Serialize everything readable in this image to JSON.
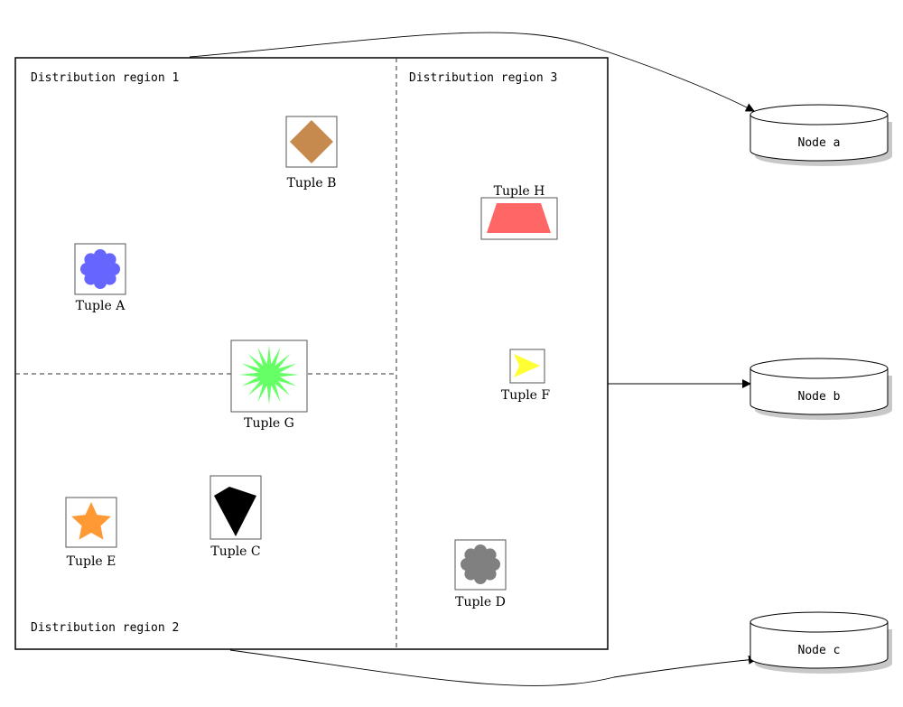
{
  "regions": {
    "region1": "Distribution region 1",
    "region2": "Distribution region 2",
    "region3": "Distribution region 3"
  },
  "nodes": {
    "a": "Node a",
    "b": "Node b",
    "c": "Node c"
  },
  "tuples": {
    "A": {
      "label": "Tuple A",
      "shape": "flower-icon",
      "color": "#6666ff"
    },
    "B": {
      "label": "Tuple B",
      "shape": "diamond-icon",
      "color": "#c68a4f"
    },
    "C": {
      "label": "Tuple C",
      "shape": "kite-icon",
      "color": "#000000"
    },
    "D": {
      "label": "Tuple D",
      "shape": "flower-icon",
      "color": "#808080"
    },
    "E": {
      "label": "Tuple E",
      "shape": "star-icon",
      "color": "#ff9933"
    },
    "F": {
      "label": "Tuple F",
      "shape": "arrowhead-icon",
      "color": "#ffff33"
    },
    "G": {
      "label": "Tuple G",
      "shape": "starburst-icon",
      "color": "#66ff66"
    },
    "H": {
      "label": "Tuple H",
      "shape": "trapezoid-icon",
      "color": "#ff6666"
    }
  }
}
